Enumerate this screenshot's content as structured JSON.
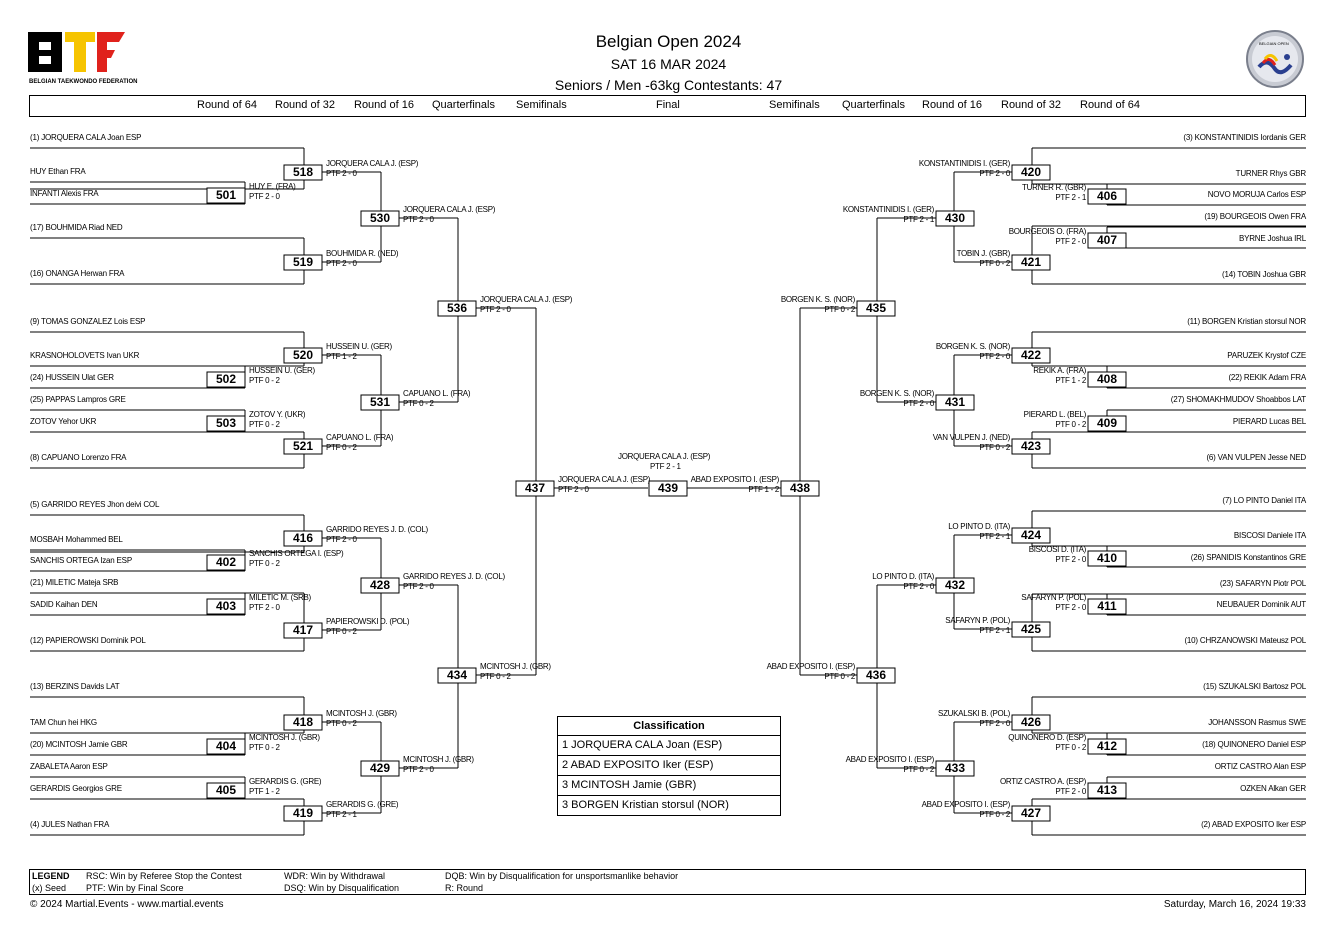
{
  "header": {
    "title": "Belgian Open 2024",
    "date": "SAT 16 MAR 2024",
    "subtitle": "Seniors / Men -63kg   Contestants: 47",
    "logo_left_text": "BTF",
    "logo_left_caption": "BELGIAN TAEKWONDO FEDERATION",
    "logo_right_caption": "BELGIAN OPEN"
  },
  "rounds_left": [
    "Round of 64",
    "Round of 32",
    "Round of 16",
    "Quarterfinals",
    "Semifinals"
  ],
  "round_final": "Final",
  "rounds_right": [
    "Semifinals",
    "Quarterfinals",
    "Round of 16",
    "Round of 32",
    "Round of 64"
  ],
  "left_entries": [
    "(1) JORQUERA CALA Joan ESP",
    "HUY Ethan FRA",
    "INFANTI Alexis FRA",
    "(17) BOUHMIDA Riad NED",
    "(16) ONANGA Herwan FRA",
    "(9) TOMAS GONZALEZ Lois ESP",
    "KRASNOHOLOVETS Ivan UKR",
    "(24) HUSSEIN Ulat GER",
    "(25) PAPPAS Lampros GRE",
    "ZOTOV Yehor UKR",
    "(8) CAPUANO Lorenzo FRA",
    "(5) GARRIDO REYES Jhon deivi COL",
    "MOSBAH Mohammed BEL",
    "SANCHIS ORTEGA Izan ESP",
    "(21) MILETIC Mateja SRB",
    "SADID Kaihan DEN",
    "(12) PAPIEROWSKI Dominik POL",
    "(13) BERZINS Davids LAT",
    "TAM Chun hei HKG",
    "(20) MCINTOSH Jamie GBR",
    "ZABALETA Aaron ESP",
    "GERARDIS Georgios GRE",
    "(4) JULES Nathan FRA"
  ],
  "right_entries": [
    "(3) KONSTANTINIDIS Iordanis GER",
    "TURNER Rhys GBR",
    "NOVO MORUJA Carlos ESP",
    "(19) BOURGEOIS Owen FRA",
    "BYRNE Joshua IRL",
    "(14) TOBIN Joshua GBR",
    "(11) BORGEN Kristian storsul NOR",
    "PARUZEK Krystof CZE",
    "(22) REKIK Adam FRA",
    "(27) SHOMAKHMUDOV Shoabbos LAT",
    "PIERARD Lucas BEL",
    "(6) VAN VULPEN Jesse NED",
    "(7) LO PINTO Daniel ITA",
    "BISCOSI Daniele ITA",
    "(26) SPANIDIS Konstantinos GRE",
    "(23) SAFARYN Piotr POL",
    "NEUBAUER Dominik AUT",
    "(10) CHRZANOWSKI Mateusz POL",
    "(15) SZUKALSKI Bartosz POL",
    "JOHANSSON Rasmus SWE",
    "(18) QUINONERO Daniel ESP",
    "ORTIZ CASTRO Alan ESP",
    "OZKEN Alkan GER",
    "(2) ABAD EXPOSITO Iker ESP"
  ],
  "matches": [
    {
      "num": "501",
      "winner": "HUY E. (FRA)",
      "score": "PTF 2 - 0"
    },
    {
      "num": "502",
      "winner": "HUSSEIN U. (GER)",
      "score": "PTF 0 - 2"
    },
    {
      "num": "503",
      "winner": "ZOTOV Y. (UKR)",
      "score": "PTF 0 - 2"
    },
    {
      "num": "402",
      "winner": "SANCHIS ORTEGA I. (ESP)",
      "score": "PTF 0 - 2"
    },
    {
      "num": "403",
      "winner": "MILETIC M. (SRB)",
      "score": "PTF 2 - 0"
    },
    {
      "num": "404",
      "winner": "MCINTOSH J. (GBR)",
      "score": "PTF 0 - 2"
    },
    {
      "num": "405",
      "winner": "GERARDIS G. (GRE)",
      "score": "PTF 1 - 2"
    },
    {
      "num": "518",
      "winner": "JORQUERA CALA J. (ESP)",
      "score": "PTF 2 - 0"
    },
    {
      "num": "519",
      "winner": "BOUHMIDA R. (NED)",
      "score": "PTF 2 - 0"
    },
    {
      "num": "520",
      "winner": "HUSSEIN U. (GER)",
      "score": "PTF 1 - 2"
    },
    {
      "num": "521",
      "winner": "CAPUANO L. (FRA)",
      "score": "PTF 0 - 2"
    },
    {
      "num": "416",
      "winner": "GARRIDO REYES J. D. (COL)",
      "score": "PTF 2 - 0"
    },
    {
      "num": "417",
      "winner": "PAPIEROWSKI D. (POL)",
      "score": "PTF 0 - 2"
    },
    {
      "num": "418",
      "winner": "MCINTOSH J. (GBR)",
      "score": "PTF 0 - 2"
    },
    {
      "num": "419",
      "winner": "GERARDIS G. (GRE)",
      "score": "PTF 2 - 1"
    },
    {
      "num": "530",
      "winner": "JORQUERA CALA J. (ESP)",
      "score": "PTF 2 - 0"
    },
    {
      "num": "531",
      "winner": "CAPUANO L. (FRA)",
      "score": "PTF 0 - 2"
    },
    {
      "num": "428",
      "winner": "GARRIDO REYES J. D. (COL)",
      "score": "PTF 2 - 0"
    },
    {
      "num": "429",
      "winner": "MCINTOSH J. (GBR)",
      "score": "PTF 2 - 0"
    },
    {
      "num": "536",
      "winner": "JORQUERA CALA J. (ESP)",
      "score": "PTF 2 - 0"
    },
    {
      "num": "434",
      "winner": "MCINTOSH J. (GBR)",
      "score": "PTF 0 - 2"
    },
    {
      "num": "437",
      "winner": "JORQUERA CALA J. (ESP)",
      "score": "PTF 2 - 0"
    },
    {
      "num": "439",
      "winner": "JORQUERA CALA J. (ESP)",
      "score": "PTF 2 - 1"
    },
    {
      "num": "438",
      "winner": "ABAD EXPOSITO I. (ESP)",
      "score": "PTF 1 - 2"
    },
    {
      "num": "435",
      "winner": "BORGEN K. S. (NOR)",
      "score": "PTF 0 - 2"
    },
    {
      "num": "436",
      "winner": "ABAD EXPOSITO I. (ESP)",
      "score": "PTF 0 - 2"
    },
    {
      "num": "430",
      "winner": "KONSTANTINIDIS I. (GER)",
      "score": "PTF 2 - 1"
    },
    {
      "num": "431",
      "winner": "BORGEN K. S. (NOR)",
      "score": "PTF 2 - 0"
    },
    {
      "num": "432",
      "winner": "LO PINTO D. (ITA)",
      "score": "PTF 2 - 0"
    },
    {
      "num": "433",
      "winner": "ABAD EXPOSITO I. (ESP)",
      "score": "PTF 0 - 2"
    },
    {
      "num": "420",
      "winner": "KONSTANTINIDIS I. (GER)",
      "score": "PTF 2 - 0"
    },
    {
      "num": "421",
      "winner": "TOBIN J. (GBR)",
      "score": "PTF 0 - 2"
    },
    {
      "num": "422",
      "winner": "BORGEN K. S. (NOR)",
      "score": "PTF 2 - 0"
    },
    {
      "num": "423",
      "winner": "VAN VULPEN J. (NED)",
      "score": "PTF 0 - 2"
    },
    {
      "num": "424",
      "winner": "LO PINTO D. (ITA)",
      "score": "PTF 2 - 1"
    },
    {
      "num": "425",
      "winner": "SAFARYN P. (POL)",
      "score": "PTF 2 - 1"
    },
    {
      "num": "426",
      "winner": "SZUKALSKI B. (POL)",
      "score": "PTF 2 - 0"
    },
    {
      "num": "427",
      "winner": "ABAD EXPOSITO I. (ESP)",
      "score": "PTF 0 - 2"
    },
    {
      "num": "406",
      "winner": "TURNER R. (GBR)",
      "score": "PTF 2 - 1"
    },
    {
      "num": "407",
      "winner": "BOURGEOIS O. (FRA)",
      "score": "PTF 2 - 0"
    },
    {
      "num": "408",
      "winner": "REKIK A. (FRA)",
      "score": "PTF 1 - 2"
    },
    {
      "num": "409",
      "winner": "PIERARD L. (BEL)",
      "score": "PTF 0 - 2"
    },
    {
      "num": "410",
      "winner": "BISCOSI D. (ITA)",
      "score": "PTF 2 - 0"
    },
    {
      "num": "411",
      "winner": "SAFARYN P. (POL)",
      "score": "PTF 2 - 0"
    },
    {
      "num": "412",
      "winner": "QUINONERO D. (ESP)",
      "score": "PTF 0 - 2"
    },
    {
      "num": "413",
      "winner": "ORTIZ CASTRO A. (ESP)",
      "score": "PTF 2 - 0"
    }
  ],
  "classification": {
    "title": "Classification",
    "rows": [
      "1  JORQUERA CALA Joan (ESP)",
      "2  ABAD EXPOSITO Iker (ESP)",
      "3  MCINTOSH Jamie (GBR)",
      "3  BORGEN Kristian storsul (NOR)"
    ]
  },
  "legend": {
    "title": "LEGEND",
    "seed": "(x) Seed",
    "rsc": "RSC: Win by Referee Stop the Contest",
    "ptf": "PTF: Win by Final Score",
    "wdr": "WDR: Win by Withdrawal",
    "dsq": "DSQ: Win by Disqualification",
    "dqb": "DQB: Win by Disqualification for unsportsmanlike behavior",
    "r": "R: Round"
  },
  "footer": {
    "copyright": "© 2024 Martial.Events - www.martial.events",
    "timestamp": "Saturday, March 16, 2024 19:33"
  },
  "colors": {
    "btf_red": "#e0221c",
    "btf_yellow": "#f6c400",
    "btf_black": "#000000",
    "seal_blue": "#2a3f8f"
  }
}
